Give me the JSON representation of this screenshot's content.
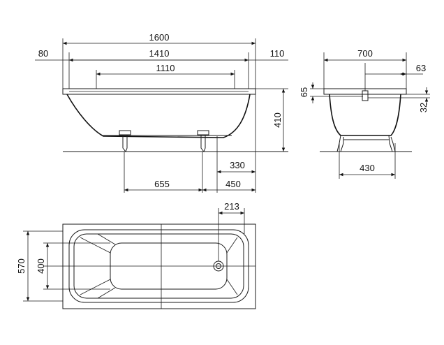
{
  "side_view": {
    "dims": {
      "total_length": "1600",
      "left_rim": "80",
      "inner_top_length": "1410",
      "right_rim": "110",
      "bottom_length": "1110",
      "height": "410",
      "foot_offset": "330",
      "foot_span": "655",
      "foot_to_end": "450"
    }
  },
  "end_view": {
    "dims": {
      "width": "700",
      "drain_offset": "63",
      "rim_height": "65",
      "drain_height": "32",
      "foot_width": "430"
    }
  },
  "top_view": {
    "dims": {
      "drain_position": "213",
      "outer_width": "570",
      "inner_width": "400"
    }
  }
}
